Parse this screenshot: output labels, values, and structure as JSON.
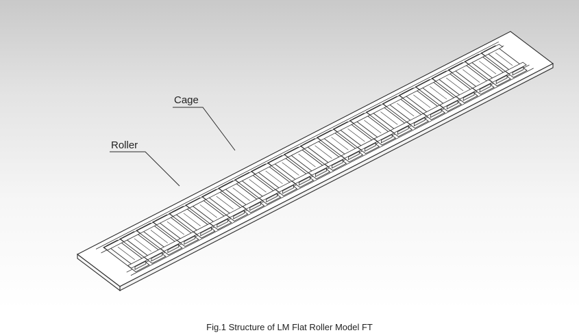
{
  "labels": {
    "cage": "Cage",
    "roller": "Roller"
  },
  "caption": "Fig.1 Structure of LM Flat Roller Model FT",
  "colors": {
    "line": "#2b2b2b",
    "body": "#ffffff",
    "background_top": "#c9c9c9",
    "background_bottom": "#ffffff"
  },
  "diagram": {
    "roller_count": 24
  }
}
